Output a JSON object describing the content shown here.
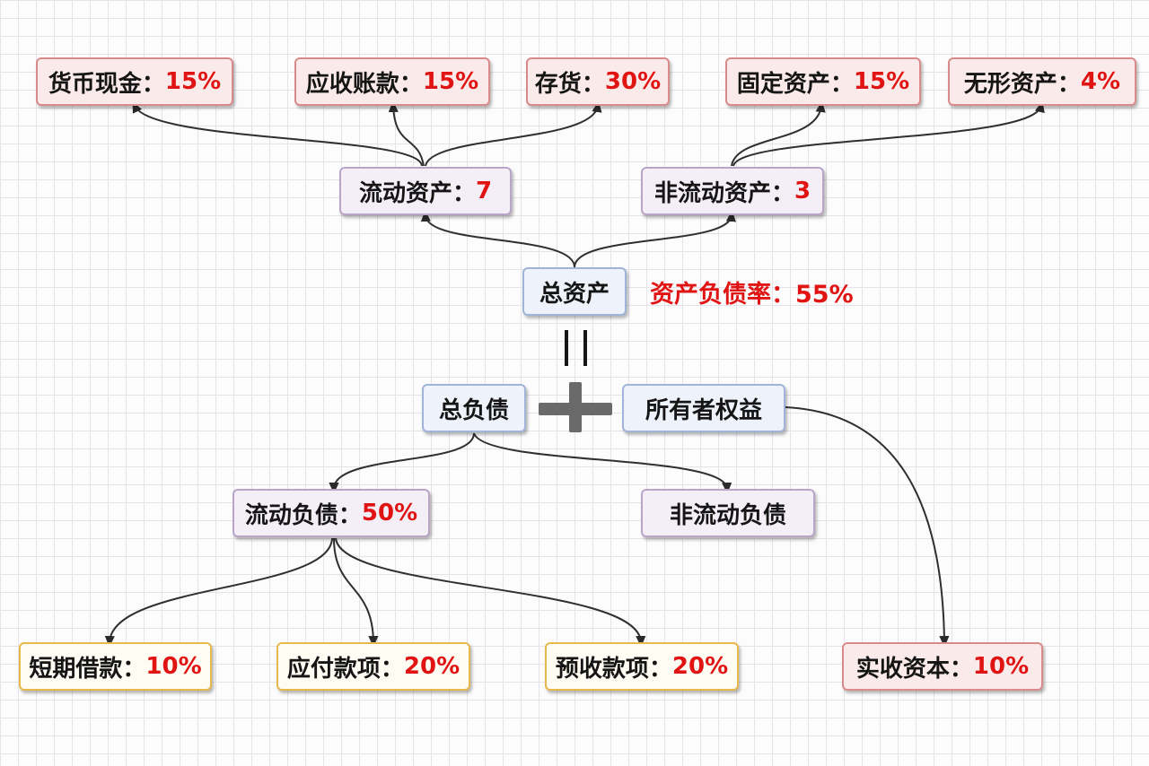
{
  "nodes": {
    "cash": {
      "label": "货币现金：",
      "value": "15%"
    },
    "receivables": {
      "label": "应收账款：",
      "value": "15%"
    },
    "inventory": {
      "label": "存货：",
      "value": "30%"
    },
    "fixed_assets": {
      "label": "固定资产：",
      "value": "15%"
    },
    "intangible_assets": {
      "label": "无形资产：",
      "value": "4%"
    },
    "current_assets": {
      "label": "流动资产：",
      "value": "7"
    },
    "noncurrent_assets": {
      "label": "非流动资产：",
      "value": "3"
    },
    "total_assets": {
      "label": "总资产"
    },
    "debt_ratio": {
      "label": "资产负债率：",
      "value": "55%"
    },
    "total_liabilities": {
      "label": "总负债"
    },
    "owners_equity": {
      "label": "所有者权益"
    },
    "current_liabilities": {
      "label": "流动负债：",
      "value": "50%"
    },
    "noncurrent_liabilities": {
      "label": "非流动负债"
    },
    "short_term_loans": {
      "label": "短期借款：",
      "value": "10%"
    },
    "payables": {
      "label": "应付款项：",
      "value": "20%"
    },
    "advance_receipts": {
      "label": "预收款项：",
      "value": "20%"
    },
    "paid_in_capital": {
      "label": "实收资本：",
      "value": "10%"
    }
  },
  "colors": {
    "value_red": "#e11414",
    "red_border": "#d98a8a",
    "purple_border": "#b9a5c8",
    "blue_border": "#9fb4d8",
    "yellow_border": "#e8b84a"
  }
}
